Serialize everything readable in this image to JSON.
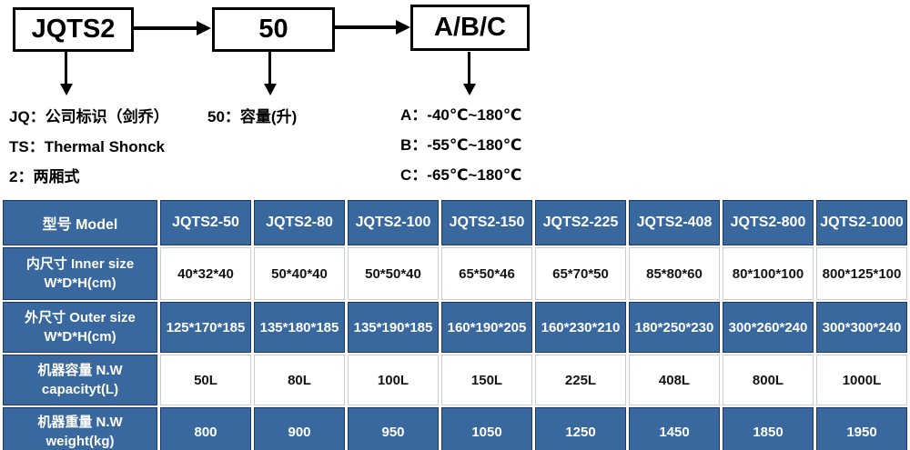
{
  "colors": {
    "table_blue": "#39689F",
    "table_border_navy": "#1F3864",
    "diagram_line_black": "#000000"
  },
  "diagram": {
    "boxes": [
      {
        "label": "JQTS2"
      },
      {
        "label": "50"
      },
      {
        "label": "A/B/C"
      }
    ],
    "notes": {
      "jq": "JQ：公司标识（剑乔）",
      "ts": "TS：Thermal Shonck",
      "two": "2：两厢式",
      "fifty": "50：容量(升)",
      "a": "A：-40℃~180℃",
      "b": "B：-55℃~180℃",
      "c": "C：-65℃~180℃"
    }
  },
  "table": {
    "header": [
      "型号 Model",
      "JQTS2-50",
      "JQTS2-80",
      "JQTS2-100",
      "JQTS2-150",
      "JQTS2-225",
      "JQTS2-408",
      "JQTS2-800",
      "JQTS2-1000"
    ],
    "rows": [
      {
        "label_cn": "内尺寸 Inner size",
        "label_en": "W*D*H(cm)",
        "values": [
          "40*32*40",
          "50*40*40",
          "50*50*40",
          "65*50*46",
          "65*70*50",
          "85*80*60",
          "80*100*100",
          "800*125*100"
        ]
      },
      {
        "label_cn": "外尺寸 Outer size",
        "label_en": "W*D*H(cm)",
        "values": [
          "125*170*185",
          "135*180*185",
          "135*190*185",
          "160*190*205",
          "160*230*210",
          "180*250*230",
          "300*260*240",
          "300*300*240"
        ]
      },
      {
        "label_cn": "机器容量 N.W",
        "label_en": "capacityt(L)",
        "values": [
          "50L",
          "80L",
          "100L",
          "150L",
          "225L",
          "408L",
          "800L",
          "1000L"
        ]
      },
      {
        "label_cn": "机器重量 N.W",
        "label_en": "weight(kg)",
        "values": [
          "800",
          "900",
          "950",
          "1050",
          "1250",
          "1450",
          "1850",
          "1950"
        ]
      }
    ]
  }
}
